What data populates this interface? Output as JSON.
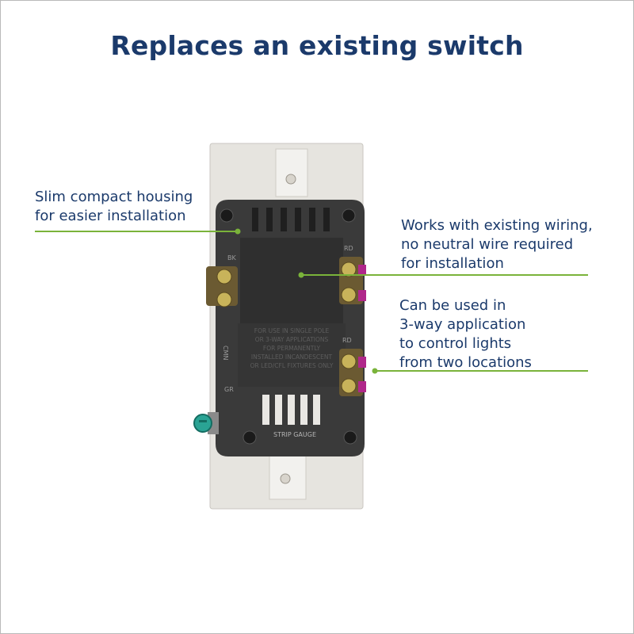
{
  "title": "Replaces an existing switch",
  "callouts": {
    "housing": [
      "Slim compact housing",
      "for easier installation"
    ],
    "wiring": [
      "Works with existing wiring,",
      "no neutral wire required",
      "for installation"
    ],
    "threeway": [
      "Can be used in",
      "3-way application",
      "to control lights",
      "from two locations"
    ]
  },
  "device_label": [
    "FOR USE IN SINGLE POLE",
    "OR 3-WAY APPLICATIONS",
    "FOR PERMANENTLY",
    "INSTALLED INCANDESCENT",
    "OR LED/CFL FIXTURES ONLY"
  ],
  "strip_gauge": "STRIP GAUGE",
  "terminal_labels": {
    "bk": "BK",
    "rd_top": "RD",
    "rd_bottom": "RD",
    "cmn": "CMN",
    "gr": "GR"
  },
  "colors": {
    "title": "#1b3a6b",
    "leader_line": "#7ab33a",
    "housing": "#3a3a3a",
    "mounting_plate": "#e6e4df"
  }
}
